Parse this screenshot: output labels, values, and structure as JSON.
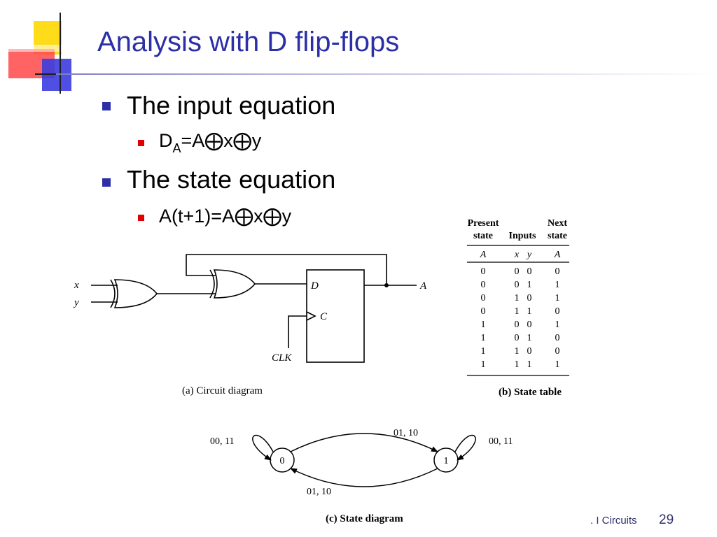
{
  "slide": {
    "title": "Analysis with D flip-flops",
    "bullets": [
      {
        "text": "The input equation"
      },
      {
        "text": "The state equation"
      }
    ],
    "eq1": {
      "lhs": "D",
      "sub": "A",
      "rest": "=A",
      "op": "⨁",
      "x": "x",
      "y": "y"
    },
    "eq2": {
      "lhs": "A(t+1)=A",
      "op": "⨁",
      "x": "x",
      "y": "y"
    },
    "footer": ". I Circuits",
    "page_number": "29"
  },
  "circuit": {
    "input_x": "x",
    "input_y": "y",
    "d_label": "D",
    "c_label": "C",
    "clk_label": "CLK",
    "output_label": "A",
    "caption": "(a) Circuit diagram"
  },
  "state_table": {
    "header_present_1": "Present",
    "header_present_2": "state",
    "header_inputs": "Inputs",
    "header_next_1": "Next",
    "header_next_2": "state",
    "col_a": "A",
    "col_x": "x",
    "col_y": "y",
    "col_next": "A",
    "rows": [
      [
        "0",
        "0",
        "0",
        "0"
      ],
      [
        "0",
        "0",
        "1",
        "1"
      ],
      [
        "0",
        "1",
        "0",
        "1"
      ],
      [
        "0",
        "1",
        "1",
        "0"
      ],
      [
        "1",
        "0",
        "0",
        "1"
      ],
      [
        "1",
        "0",
        "1",
        "0"
      ],
      [
        "1",
        "1",
        "0",
        "0"
      ],
      [
        "1",
        "1",
        "1",
        "1"
      ]
    ],
    "caption": "(b) State table"
  },
  "state_diagram": {
    "state_0": "0",
    "state_1": "1",
    "loop_0_label": "00, 11",
    "loop_1_label": "00, 11",
    "arc_top_label": "01, 10",
    "arc_bottom_label": "01, 10",
    "caption": "(c) State diagram"
  }
}
